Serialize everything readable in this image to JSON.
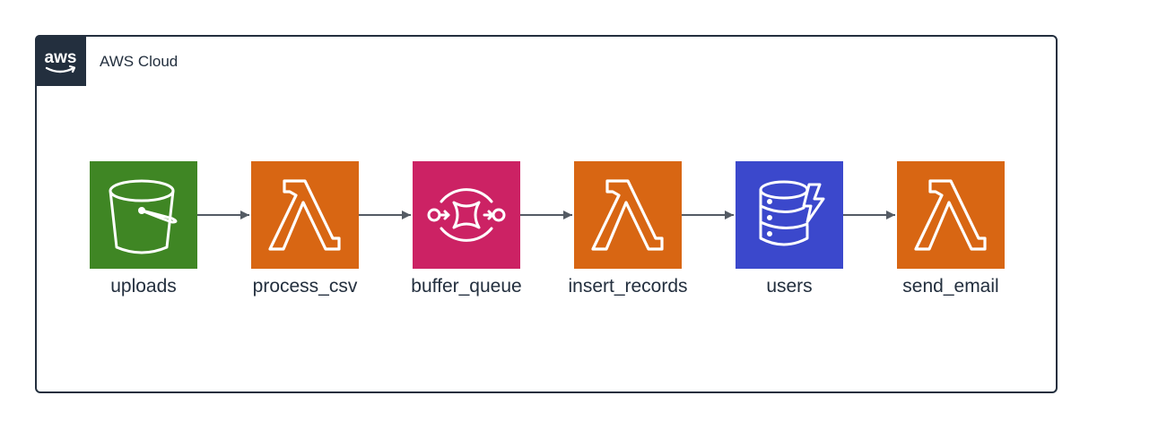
{
  "group": {
    "title": "AWS Cloud",
    "badge_text": "aws"
  },
  "services": [
    {
      "label": "uploads",
      "icon": "s3-bucket-icon",
      "color": "#3f8624"
    },
    {
      "label": "process_csv",
      "icon": "lambda-icon",
      "color": "#d86613"
    },
    {
      "label": "buffer_queue",
      "icon": "sqs-queue-icon",
      "color": "#cc2264"
    },
    {
      "label": "insert_records",
      "icon": "lambda-icon",
      "color": "#d86613"
    },
    {
      "label": "users",
      "icon": "dynamodb-icon",
      "color": "#3b48cc"
    },
    {
      "label": "send_email",
      "icon": "lambda-icon",
      "color": "#d86613"
    }
  ],
  "edges": [
    {
      "from": "uploads",
      "to": "process_csv"
    },
    {
      "from": "process_csv",
      "to": "buffer_queue"
    },
    {
      "from": "buffer_queue",
      "to": "insert_records"
    },
    {
      "from": "insert_records",
      "to": "users"
    },
    {
      "from": "users",
      "to": "send_email"
    }
  ]
}
